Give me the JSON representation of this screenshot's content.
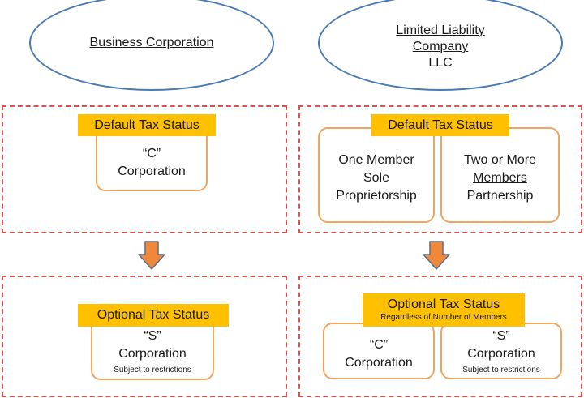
{
  "left": {
    "entity": "Business Corporation",
    "default_banner": "Default Tax Status",
    "default_box": {
      "line1": "“C”",
      "line2": "Corporation"
    },
    "optional_banner": "Optional Tax Status",
    "optional_box": {
      "line1": "“S”",
      "line2": "Corporation",
      "note": "Subject to restrictions"
    }
  },
  "right": {
    "entity_line1": "Limited Liability",
    "entity_line2": "Company",
    "entity_line3": "LLC",
    "default_banner": "Default Tax Status",
    "one_member": {
      "heading": "One Member",
      "line1": "Sole",
      "line2": "Proprietorship"
    },
    "two_members": {
      "heading1": "Two or More",
      "heading2": "Members",
      "line1": "Partnership"
    },
    "optional_banner": "Optional Tax Status",
    "optional_sub": "Regardless of Number of Members",
    "c_box": {
      "line1": "“C”",
      "line2": "Corporation"
    },
    "s_box": {
      "line1": "“S”",
      "line2": "Corporation",
      "note": "Subject to restrictions"
    }
  },
  "colors": {
    "ellipse_border": "#4a7ab5",
    "dashed_border": "#d9534f",
    "box_border": "#f2a55e",
    "banner_fill": "#ffc000",
    "arrow_fill": "#f0883a",
    "arrow_stroke": "#5a6e8a"
  }
}
